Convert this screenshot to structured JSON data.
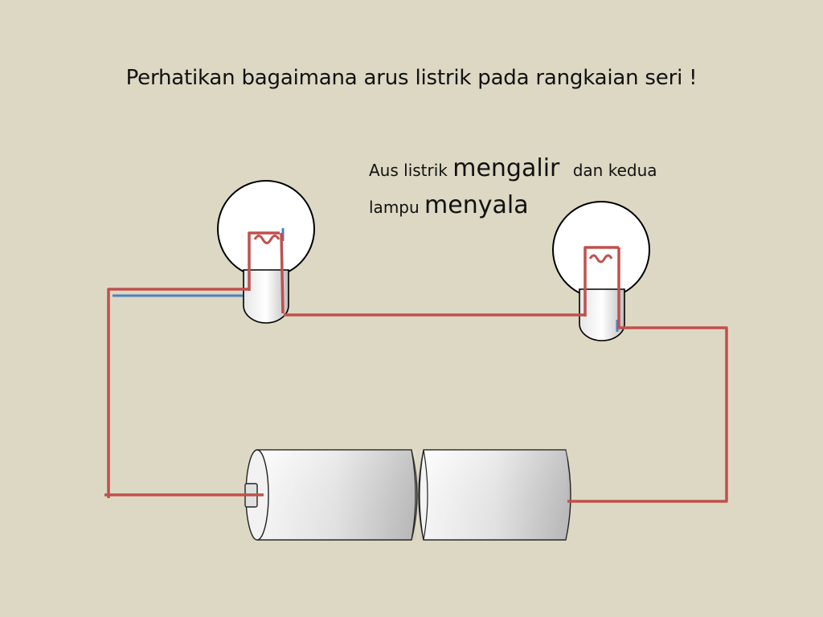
{
  "title": "Perhatikan bagaimana arus listrik pada rangkaian seri !",
  "caption": {
    "line1_prefix": "Aus listrik",
    "line1_emph": "mengalir",
    "line1_suffix": "dan kedua",
    "line2_prefix": "lampu",
    "line2_emph": "menyala"
  },
  "colors": {
    "background": "#DDD8C3",
    "wire_current": "#C0504D",
    "wire_other": "#4F81BD",
    "bulb_glass": "#FFFFFF",
    "outline": "#000000"
  },
  "components": [
    "bulb-1",
    "bulb-2",
    "battery-1",
    "battery-2"
  ]
}
